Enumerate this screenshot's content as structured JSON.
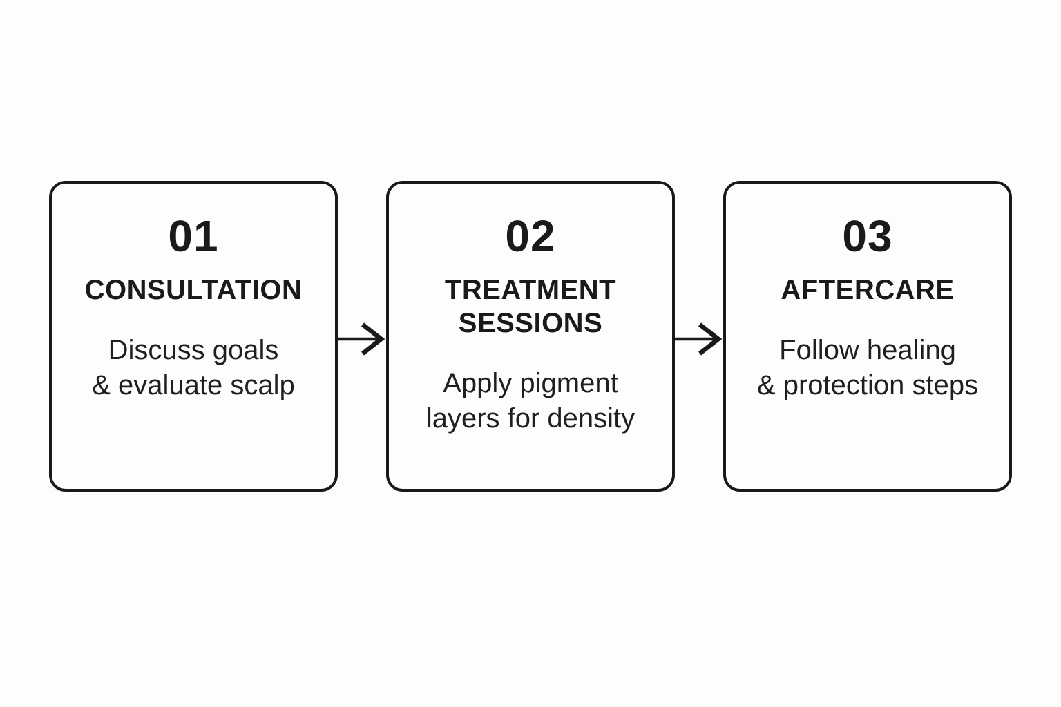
{
  "page": {
    "background_color": "#fdfdfb",
    "ink_color": "#191919"
  },
  "steps": [
    {
      "number": "01",
      "title": "CONSULTATION",
      "description": "Discuss goals\n& evaluate scalp"
    },
    {
      "number": "02",
      "title": "TREATMENT\nSESSIONS",
      "description": "Apply pigment\nlayers for density"
    },
    {
      "number": "03",
      "title": "AFTERCARE",
      "description": "Follow healing\n& protection steps"
    }
  ],
  "arrows": {
    "symbol": "→",
    "count": 2
  }
}
